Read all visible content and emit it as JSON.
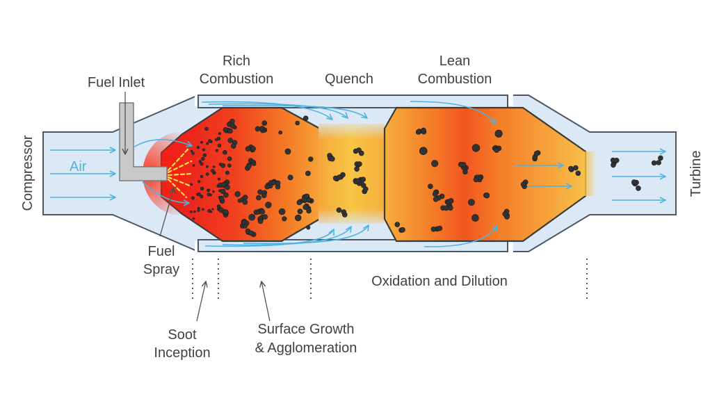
{
  "labels": {
    "compressor": "Compressor",
    "turbine": "Turbine",
    "air": "Air",
    "fuel_inlet": "Fuel Inlet",
    "rich_line1": "Rich",
    "rich_line2": "Combustion",
    "quench": "Quench",
    "lean_line1": "Lean",
    "lean_line2": "Combustion",
    "fuel_spray_line1": "Fuel",
    "fuel_spray_line2": "Spray",
    "oxidation": "Oxidation and Dilution",
    "soot_line1": "Soot",
    "soot_line2": "Inception",
    "surface_line1": "Surface Growth",
    "surface_line2": "& Agglomeration"
  },
  "colors": {
    "air_flow": "#4fb3e0",
    "casing_fill": "#dbe8f6",
    "casing_stroke": "#4a5766",
    "hot_zone": "#e8231c",
    "mid_zone": "#f26a21",
    "cool_zone": "#f5b041",
    "fuel_pipe": "#c9c9c9",
    "fuel_spray": "#ffe84a",
    "soot": "#333333"
  }
}
